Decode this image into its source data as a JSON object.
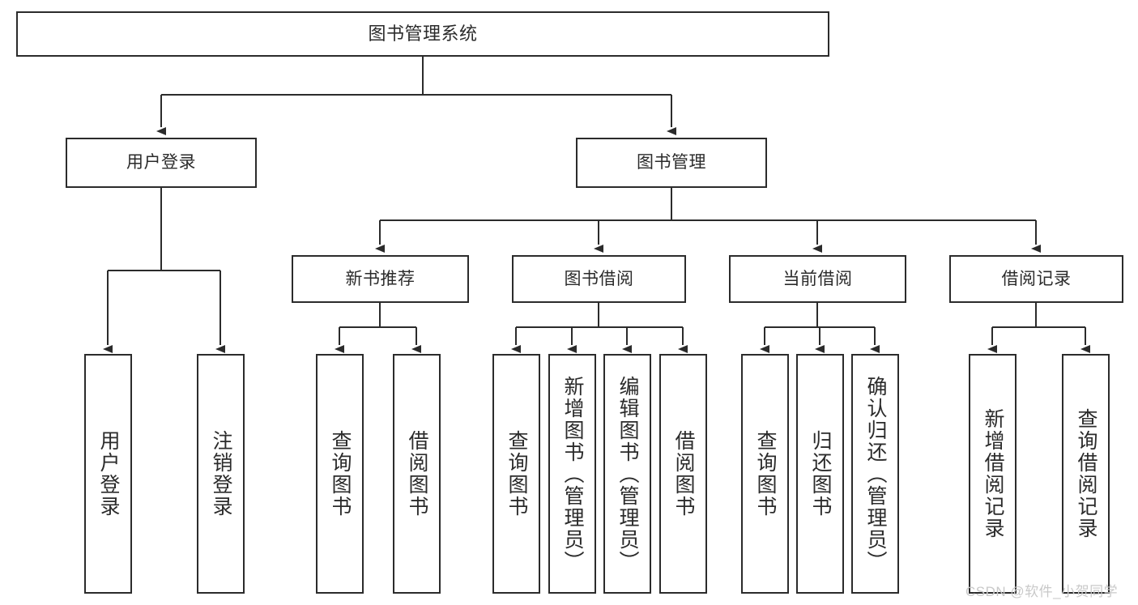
{
  "diagram": {
    "title": "图书管理系统",
    "type": "tree-structure-chart",
    "orientation": "top-down",
    "colors": {
      "box_border": "#2b2b2b",
      "box_fill": "#ffffff",
      "connector": "#2b2b2b",
      "text": "#2b2b2b",
      "watermark": "#c9c9c9",
      "background": "#ffffff"
    }
  },
  "watermark": {
    "text": "CSDN @软件_小贺同学"
  },
  "nodes": {
    "root": {
      "label": "图书管理系统"
    },
    "level2": [
      {
        "id": "user-login",
        "label": "用户登录"
      },
      {
        "id": "book-manage",
        "label": "图书管理"
      }
    ],
    "level3": [
      {
        "id": "new-book-recommend",
        "label": "新书推荐"
      },
      {
        "id": "book-borrow",
        "label": "图书借阅"
      },
      {
        "id": "current-borrow",
        "label": "当前借阅"
      },
      {
        "id": "borrow-record",
        "label": "借阅记录"
      }
    ],
    "leaves": [
      {
        "id": "leaf-user-login",
        "label": "用户登录",
        "parent": "user-login"
      },
      {
        "id": "leaf-user-logout",
        "label": "注销登录",
        "parent": "user-login"
      },
      {
        "id": "leaf-query-book-1",
        "label": "查询图书",
        "parent": "new-book-recommend"
      },
      {
        "id": "leaf-borrow-book-1",
        "label": "借阅图书",
        "parent": "new-book-recommend"
      },
      {
        "id": "leaf-query-book-2",
        "label": "查询图书",
        "parent": "book-borrow"
      },
      {
        "id": "leaf-add-book",
        "label": "新增图书（管理员）",
        "parent": "book-borrow"
      },
      {
        "id": "leaf-edit-book",
        "label": "编辑图书（管理员）",
        "parent": "book-borrow"
      },
      {
        "id": "leaf-borrow-book-2",
        "label": "借阅图书",
        "parent": "book-borrow"
      },
      {
        "id": "leaf-query-book-3",
        "label": "查询图书",
        "parent": "current-borrow"
      },
      {
        "id": "leaf-return-book",
        "label": "归还图书",
        "parent": "current-borrow"
      },
      {
        "id": "leaf-confirm-return",
        "label": "确认归还（管理员）",
        "parent": "current-borrow"
      },
      {
        "id": "leaf-add-record",
        "label": "新增借阅记录",
        "parent": "borrow-record"
      },
      {
        "id": "leaf-query-record",
        "label": "查询借阅记录",
        "parent": "borrow-record"
      }
    ]
  }
}
